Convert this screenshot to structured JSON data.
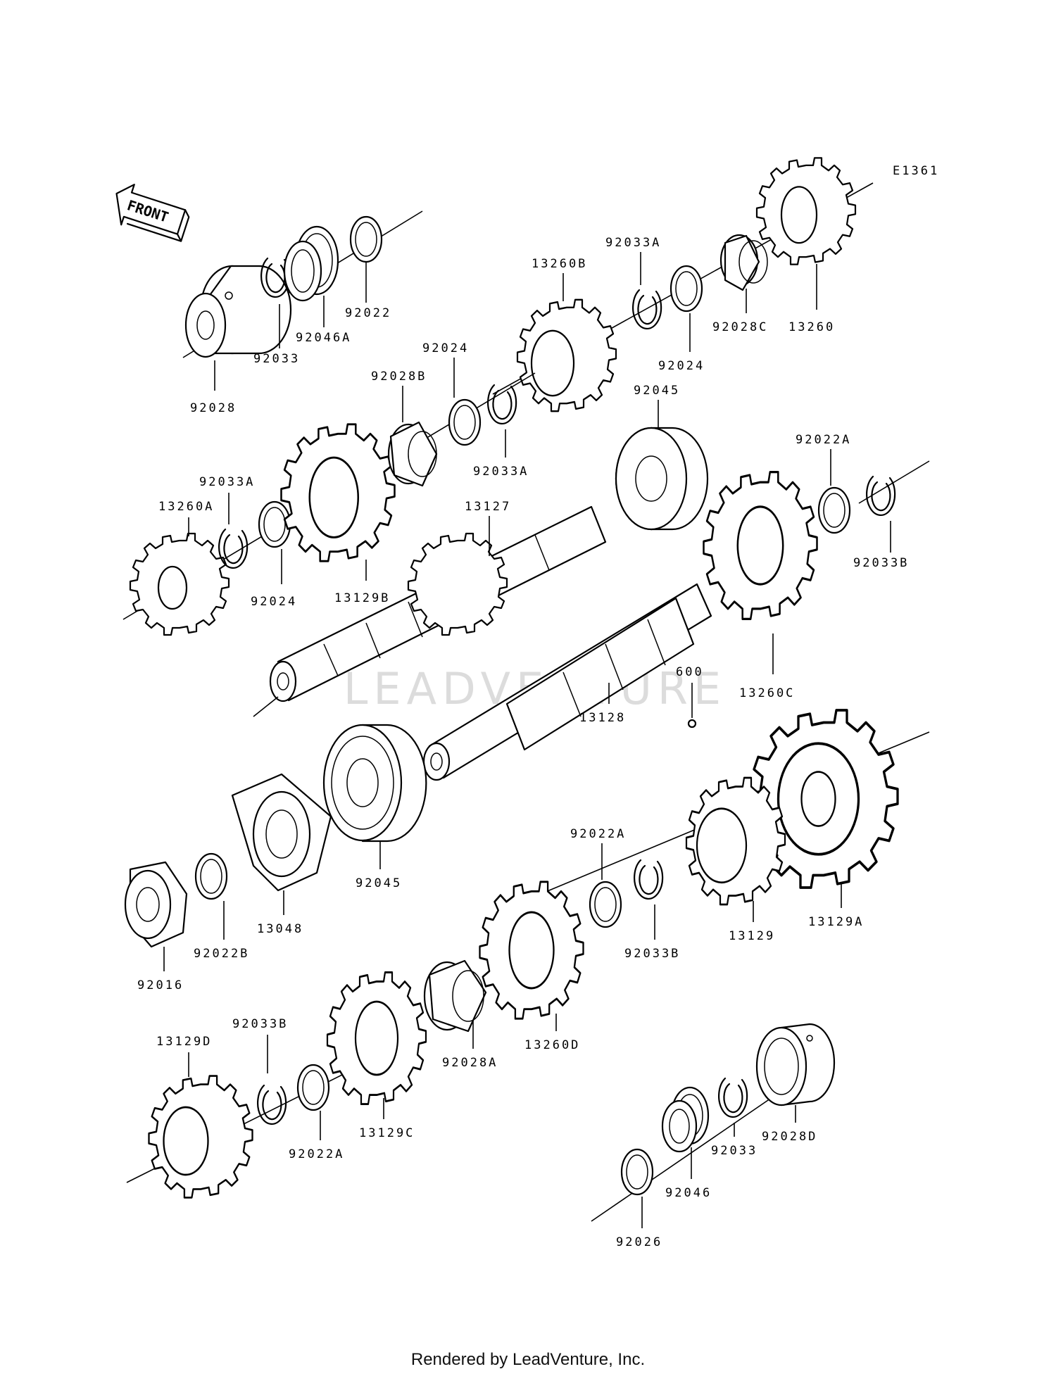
{
  "diagram_code": "E1361",
  "front_label": "FRONT",
  "watermark": "LEADVENTURE",
  "footer": "Rendered by LeadVenture, Inc.",
  "labels": {
    "p92022": "92022",
    "p92046A": "92046A",
    "p92033": "92033",
    "p92028": "92028",
    "p92033A_top": "92033A",
    "p13260B": "13260B",
    "p92024_top": "92024",
    "p92028C": "92028C",
    "p13260": "13260",
    "p92024_mid": "92024",
    "p92028B": "92028B",
    "p92033A_mid": "92033A",
    "p92045_top": "92045",
    "p92033A_left": "92033A",
    "p13260A": "13260A",
    "p92024_left": "92024",
    "p13129B": "13129B",
    "p13127": "13127",
    "p92022A_right": "92022A",
    "p92033B_right": "92033B",
    "p13260C": "13260C",
    "p600": "600",
    "p13128": "13128",
    "p92045_bottom": "92045",
    "p13048": "13048",
    "p92022B": "92022B",
    "p92016": "92016",
    "p92022A_mid": "92022A",
    "p92033B_mid": "92033B",
    "p13129": "13129",
    "p13129A": "13129A",
    "p13260D": "13260D",
    "p92028A": "92028A",
    "p92033B_low": "92033B",
    "p13129D": "13129D",
    "p13129C": "13129C",
    "p92022A_low": "92022A",
    "p92033_low": "92033",
    "p92028D": "92028D",
    "p92046": "92046",
    "p92026": "92026"
  }
}
